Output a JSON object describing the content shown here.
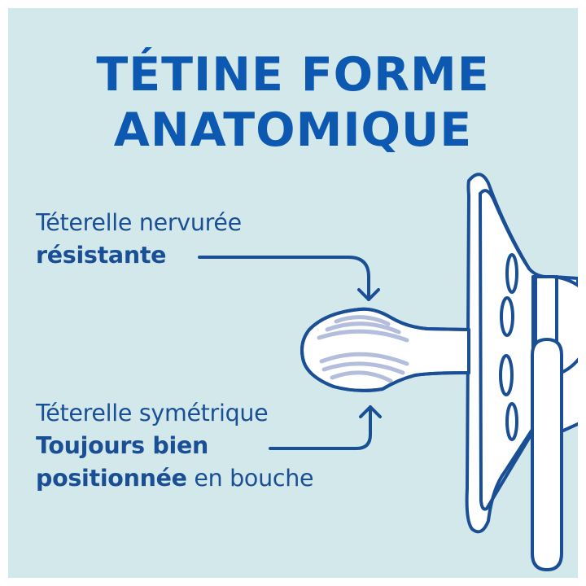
{
  "title": {
    "line1": "TÉTINE FORME",
    "line2": "ANATOMIQUE"
  },
  "callouts": [
    {
      "line1": "Téterelle nervurée",
      "line2_bold": "résistante",
      "arrow": "down-arrow"
    },
    {
      "line1": "Téterelle symétrique",
      "line2_bold": "Toujours bien",
      "line3_bold": "positionnée",
      "line3_regular": " en bouche",
      "arrow": "up-arrow"
    }
  ],
  "illustration": "pacifier",
  "colors": {
    "background": "#d3e8ea",
    "title": "#0d58b0",
    "text": "#1a4f96",
    "outline": "#1a4f96",
    "ribs": "#b3bedc",
    "fill": "#ffffff"
  }
}
